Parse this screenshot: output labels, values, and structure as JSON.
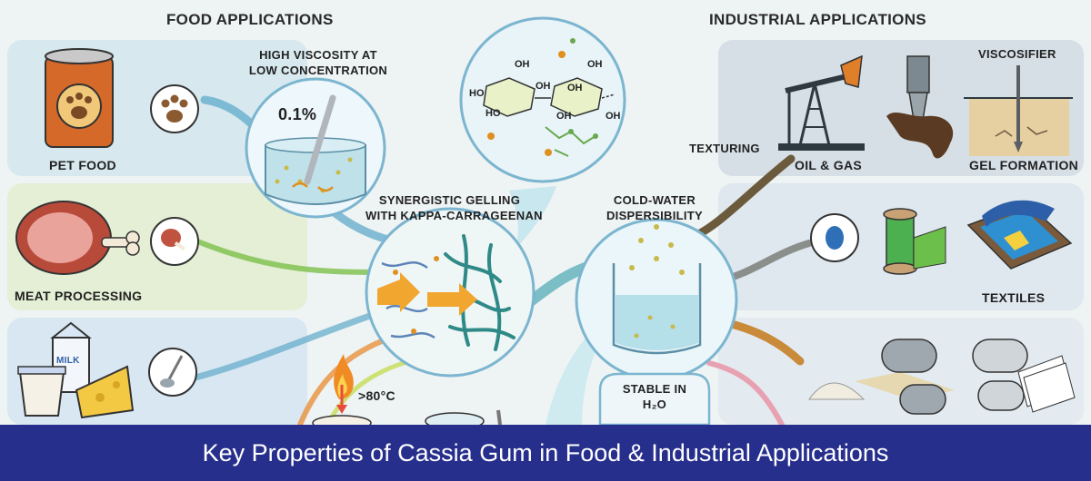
{
  "sections": {
    "food": "FOOD APPLICATIONS",
    "industrial": "INDUSTRIAL APPLICATIONS"
  },
  "food": {
    "pet_food": "PET FOOD",
    "meat_processing": "MEAT PROCESSING",
    "dairy_milk_label": "MILK"
  },
  "properties": {
    "viscosity_line1": "HIGH VISCOSITY AT",
    "viscosity_line2": "LOW CONCENTRATION",
    "concentration": "0.1%",
    "synergy_line1": "SYNERGISTIC GELLING",
    "synergy_line2": "WITH KAPPA-CARRAGEENAN",
    "dispersibility_line1": "COLD-WATER",
    "dispersibility_line2": "DISPERSIBILITY",
    "temperature": ">80°C",
    "stable_line1": "STABLE IN",
    "stable_line2": "H₂O"
  },
  "molecule": {
    "oh_labels": [
      "OH",
      "OH",
      "OH",
      "OH",
      "HO",
      "HO",
      "OH",
      "OH"
    ]
  },
  "industrial": {
    "viscosifier": "VISCOSIFIER",
    "texturing": "TEXTURING",
    "oil_gas": "OIL & GAS",
    "gel_formation": "GEL FORMATION",
    "textiles": "TEXTILES"
  },
  "caption": "Key Properties of Cassia Gum in Food & Industrial Applications"
}
